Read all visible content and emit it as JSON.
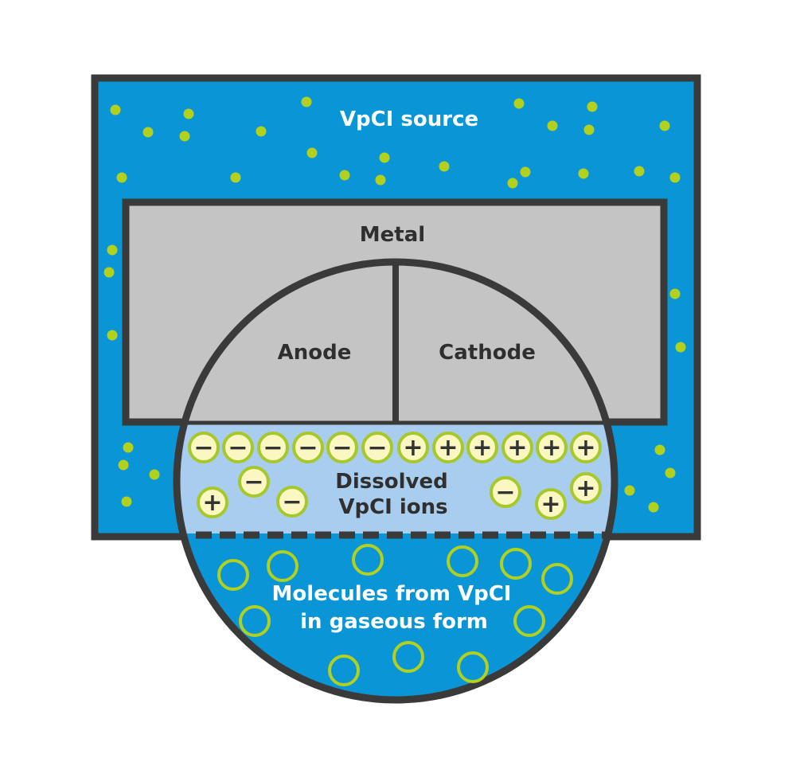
{
  "labels": {
    "source": "VpCI source",
    "metal": "Metal",
    "anode": "Anode",
    "cathode": "Cathode",
    "dissolved_line1": "Dissolved",
    "dissolved_line2": "VpCI ions",
    "gas_line1": "Molecules from VpCI",
    "gas_line2": "in gaseous form"
  },
  "ion_symbols": {
    "negative": "−",
    "positive": "+"
  },
  "icons": [
    "vpci-particle-icon",
    "negative-ion-icon",
    "positive-ion-icon",
    "gas-molecule-icon"
  ],
  "colors": {
    "source_blue": "#0a96d6",
    "outline": "#3a3a3a",
    "metal_gray": "#c4c4c4",
    "electrolyte_light_blue": "#a9cdef",
    "particle_green": "#b2d11f",
    "ion_fill": "#fbf7c3",
    "ion_ring": "#a6c82a"
  }
}
